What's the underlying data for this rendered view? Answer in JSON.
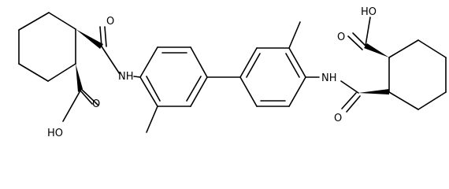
{
  "labels": {
    "nh_left": "NH",
    "nh_right": "NH",
    "oxygen_amide_left": "O",
    "oxygen_amide_right": "O",
    "hydroxyl_left": "HO",
    "hydroxyl_right": "HO",
    "acid_oxygen_left": "O",
    "acid_oxygen_right": "O"
  },
  "colors": {
    "ink": "#000000",
    "background": "#ffffff"
  }
}
